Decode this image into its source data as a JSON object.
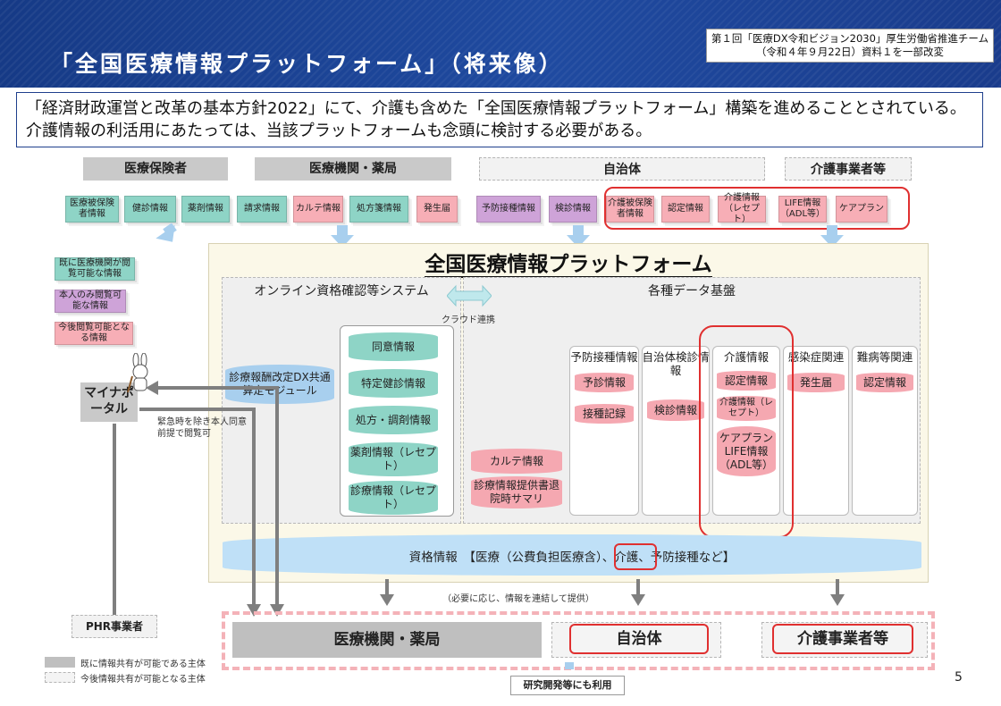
{
  "header": {
    "title": "「全国医療情報プラットフォーム」（将来像）",
    "source": "第１回「医療DX令和ビジョン2030」厚生労働省推進チーム（令和４年９月22日）資料１を一部改変"
  },
  "intro": "「経済財政運営と改革の基本方針2022」にて、介護も含めた「全国医療情報プラットフォーム」構築を進めることとされている。介護情報の利活用にあたっては、当該プラットフォームも念頭に検討する必要がある。",
  "top_groups": {
    "insurer": "医療保険者",
    "medical": "医療機関・薬局",
    "municipality": "自治体",
    "care": "介護事業者等"
  },
  "top_tags": {
    "insurer": [
      "医療被保険者情報",
      "健診情報",
      "薬剤情報"
    ],
    "medical": [
      "請求情報",
      "カルテ情報",
      "処方箋情報",
      "発生届"
    ],
    "municipality": [
      "予防接種情報",
      "検診情報",
      "介護被保険者情報",
      "認定情報",
      "介護情報（レセプト）"
    ],
    "care": [
      "LIFE情報（ADL等）",
      "ケアプラン"
    ]
  },
  "legend_left": {
    "teal": "既に医療機関が閲覧可能な情報",
    "purple": "本人のみ閲覧可能な情報",
    "pink": "今後閲覧可能となる情報"
  },
  "platform": {
    "title": "全国医療情報プラットフォーム",
    "online_system": "オンライン資格確認等システム",
    "cloud_link": "クラウド連携",
    "data_base": "各種データ基盤",
    "dx_module": "診療報酬改定DX共通算定モジュール",
    "online_cylinders": [
      "同意情報",
      "特定健診情報",
      "処方・調剤情報",
      "薬剤情報（レセプト）",
      "診療情報（レセプト）"
    ],
    "karte": "カルテ情報",
    "summary": "診療情報提供書退院時サマリ",
    "columns": [
      {
        "head": "予防接種情報",
        "items": [
          "予診情報",
          "接種記録"
        ]
      },
      {
        "head": "自治体検診情報",
        "items": [
          "検診情報"
        ]
      },
      {
        "head": "介護情報",
        "items": [
          "認定情報",
          "介護情報（レセプト）",
          "ケアプラン LIFE情報（ADL等）"
        ]
      },
      {
        "head": "感染症関連",
        "items": [
          "発生届"
        ]
      },
      {
        "head": "難病等関連",
        "items": [
          "認定情報"
        ]
      }
    ],
    "qualification": "資格情報　【医療（公費負担医療含）、介護、予防接種など】"
  },
  "portal": {
    "name": "マイナポータル",
    "emergency": "緊急時を除き本人同意前提で閲覧可"
  },
  "link_note": "（必要に応じ、情報を連結して提供）",
  "bottom": {
    "phr": "PHR事業者",
    "medical": "医療機関・薬局",
    "municipality": "自治体",
    "care": "介護事業者等",
    "research": "研究開発等にも利用"
  },
  "legend_bottom": {
    "existing": "既に情報共有が可能である主体",
    "future": "今後情報共有が可能となる主体"
  },
  "page_number": "5",
  "colors": {
    "header_blue": "#1f4aa0",
    "teal": "#8ed4c6",
    "purple": "#cea3d8",
    "pink": "#f7aeb6",
    "red_highlight": "#e03030",
    "light_blue": "#a8cfee"
  }
}
